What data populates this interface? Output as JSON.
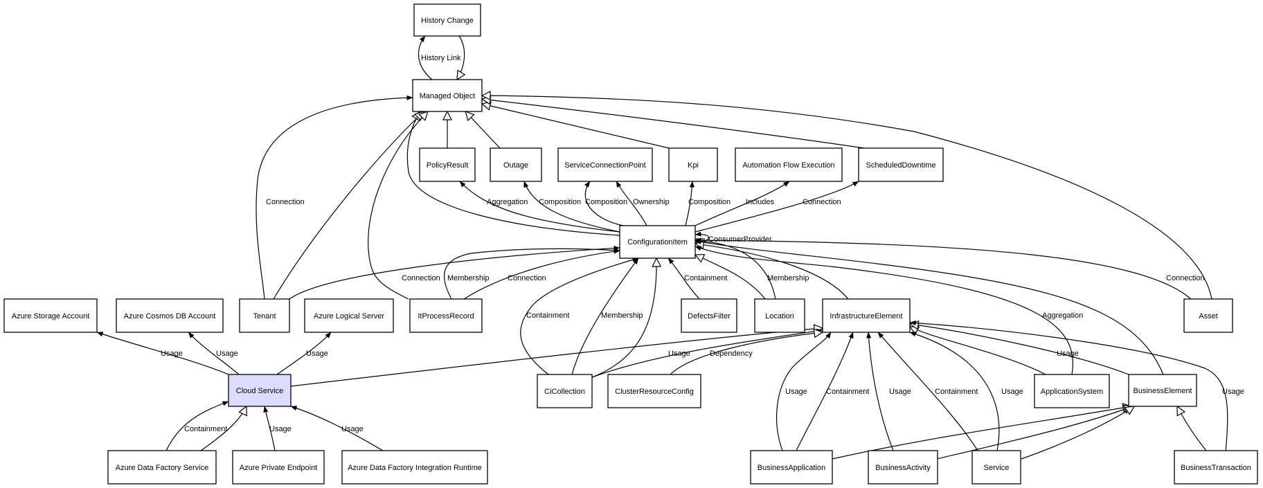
{
  "nodes": {
    "history_change": {
      "label": "History Change"
    },
    "managed_object": {
      "label": "Managed Object"
    },
    "policy_result": {
      "label": "PolicyResult"
    },
    "outage": {
      "label": "Outage"
    },
    "service_connection_point": {
      "label": "ServiceConnectionPoint"
    },
    "kpi": {
      "label": "Kpi"
    },
    "automation_flow_execution": {
      "label": "Automation Flow Execution"
    },
    "scheduled_downtime": {
      "label": "ScheduledDowntime"
    },
    "configuration_item": {
      "label": "ConfigurationItem"
    },
    "azure_storage_account": {
      "label": "Azure Storage Account"
    },
    "azure_cosmos_db_account": {
      "label": "Azure Cosmos DB Account"
    },
    "tenant": {
      "label": "Tenant"
    },
    "azure_logical_server": {
      "label": "Azure Logical Server"
    },
    "itprocess_record": {
      "label": "ItProcessRecord"
    },
    "defects_filter": {
      "label": "DefectsFilter"
    },
    "location": {
      "label": "Location"
    },
    "infrastructure_element": {
      "label": "InfrastructureElement"
    },
    "asset": {
      "label": "Asset"
    },
    "cloud_service": {
      "label": "Cloud Service"
    },
    "ci_collection": {
      "label": "CiCollection"
    },
    "cluster_resource_config": {
      "label": "ClusterResourceConfig"
    },
    "application_system": {
      "label": "ApplicationSystem"
    },
    "business_element": {
      "label": "BusinessElement"
    },
    "azure_data_factory_service": {
      "label": "Azure Data Factory Service"
    },
    "azure_private_endpoint": {
      "label": "Azure Private Endpoint"
    },
    "azure_data_factory_ir": {
      "label": "Azure Data Factory Integration Runtime"
    },
    "business_application": {
      "label": "BusinessApplication"
    },
    "business_activity": {
      "label": "BusinessActivity"
    },
    "service": {
      "label": "Service"
    },
    "business_transaction": {
      "label": "BusinessTransaction"
    }
  },
  "edge_labels": {
    "history_link": "History Link",
    "connection_tenant": "Connection",
    "aggregation_policy": "Aggregation",
    "composition_outage": "Composition",
    "composition_scp": "Composition",
    "ownership_scp": "Ownership",
    "composition_kpi": "Composition",
    "includes": "Includes",
    "connection_sched": "Connection",
    "consumer_provider": "ConsumerProvider",
    "connection_tenant_ci": "Connection",
    "membership_itp": "Membership",
    "connection_itp": "Connection",
    "containment_defects": "Containment",
    "membership_location": "Membership",
    "connection_asset": "Connection",
    "containment_cicoll": "Containment",
    "membership_cicoll": "Membership",
    "aggregation_appsys": "Aggregation",
    "usage_storage": "Usage",
    "usage_cosmos": "Usage",
    "usage_logical": "Usage",
    "usage_cicoll": "Usage",
    "dependency": "Dependency",
    "usage_bizelem": "Usage",
    "usage_bizapp": "Usage",
    "containment_bizapp": "Containment",
    "usage_bizact": "Usage",
    "containment_service": "Containment",
    "usage_service": "Usage",
    "usage_biztrans": "Usage",
    "containment_adf": "Containment",
    "usage_pe": "Usage",
    "usage_adfir": "Usage"
  },
  "colors": {
    "highlight_fill": "#dcdcff",
    "stroke": "#000000",
    "background": "#ffffff"
  }
}
